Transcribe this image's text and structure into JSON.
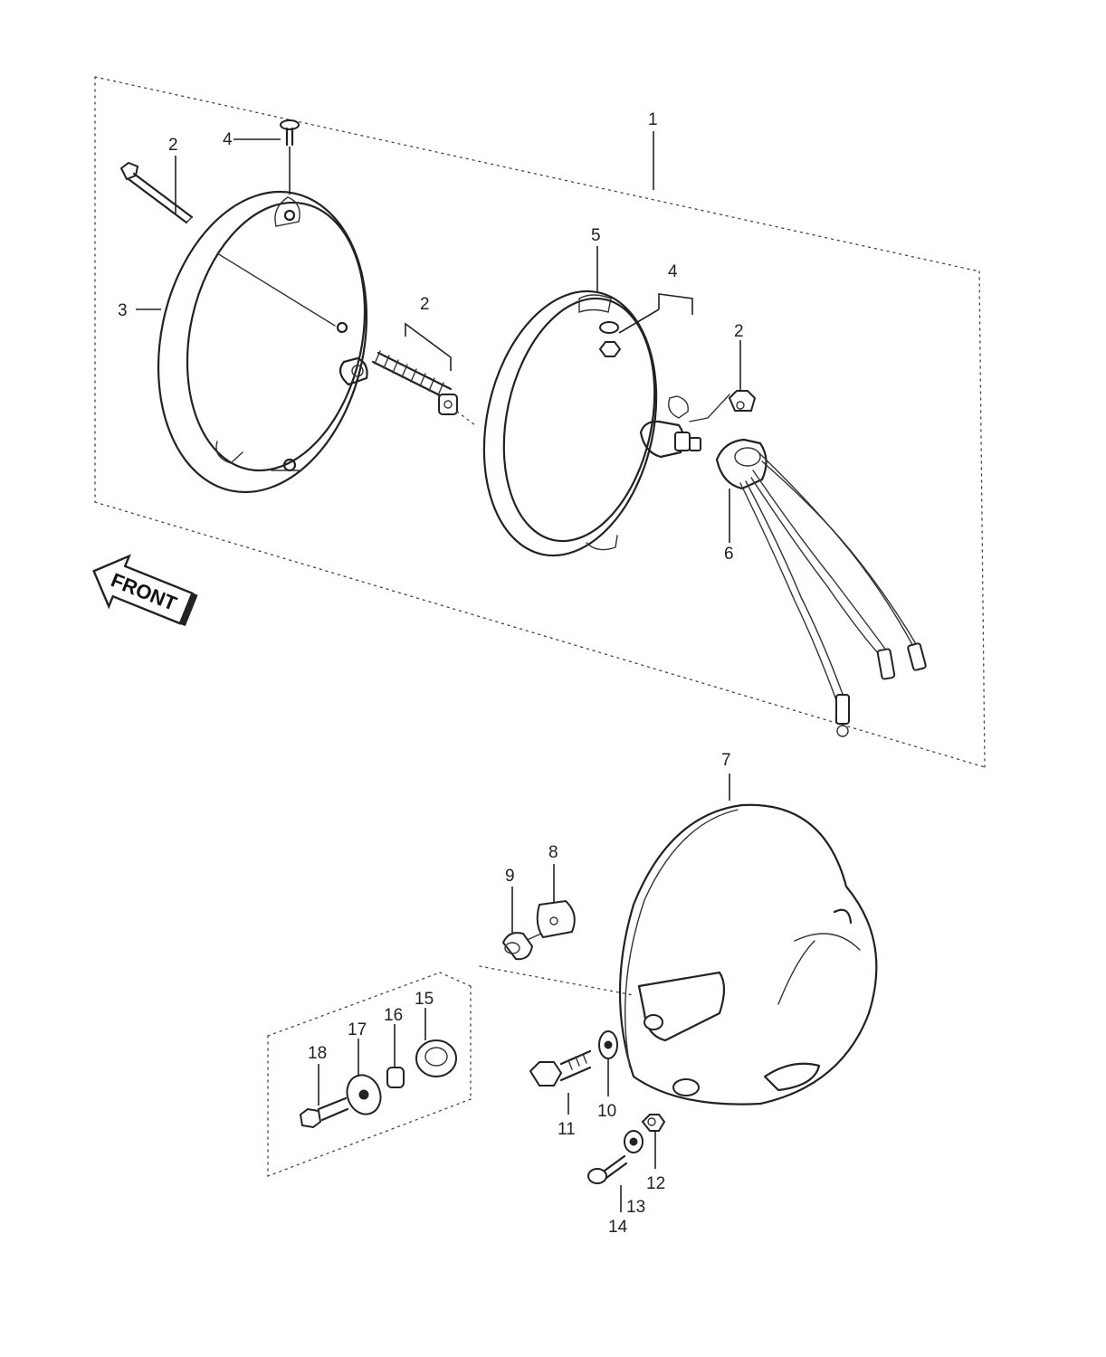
{
  "diagram": {
    "front_arrow": "FRONT",
    "callouts": {
      "c1": "1",
      "c2a": "2",
      "c2b": "2",
      "c2c": "2",
      "c3": "3",
      "c4a": "4",
      "c4b": "4",
      "c5": "5",
      "c6": "6",
      "c7": "7",
      "c8": "8",
      "c9": "9",
      "c10": "10",
      "c11": "11",
      "c12": "12",
      "c13": "13",
      "c14": "14",
      "c15": "15",
      "c16": "16",
      "c17": "17",
      "c18": "18"
    }
  }
}
